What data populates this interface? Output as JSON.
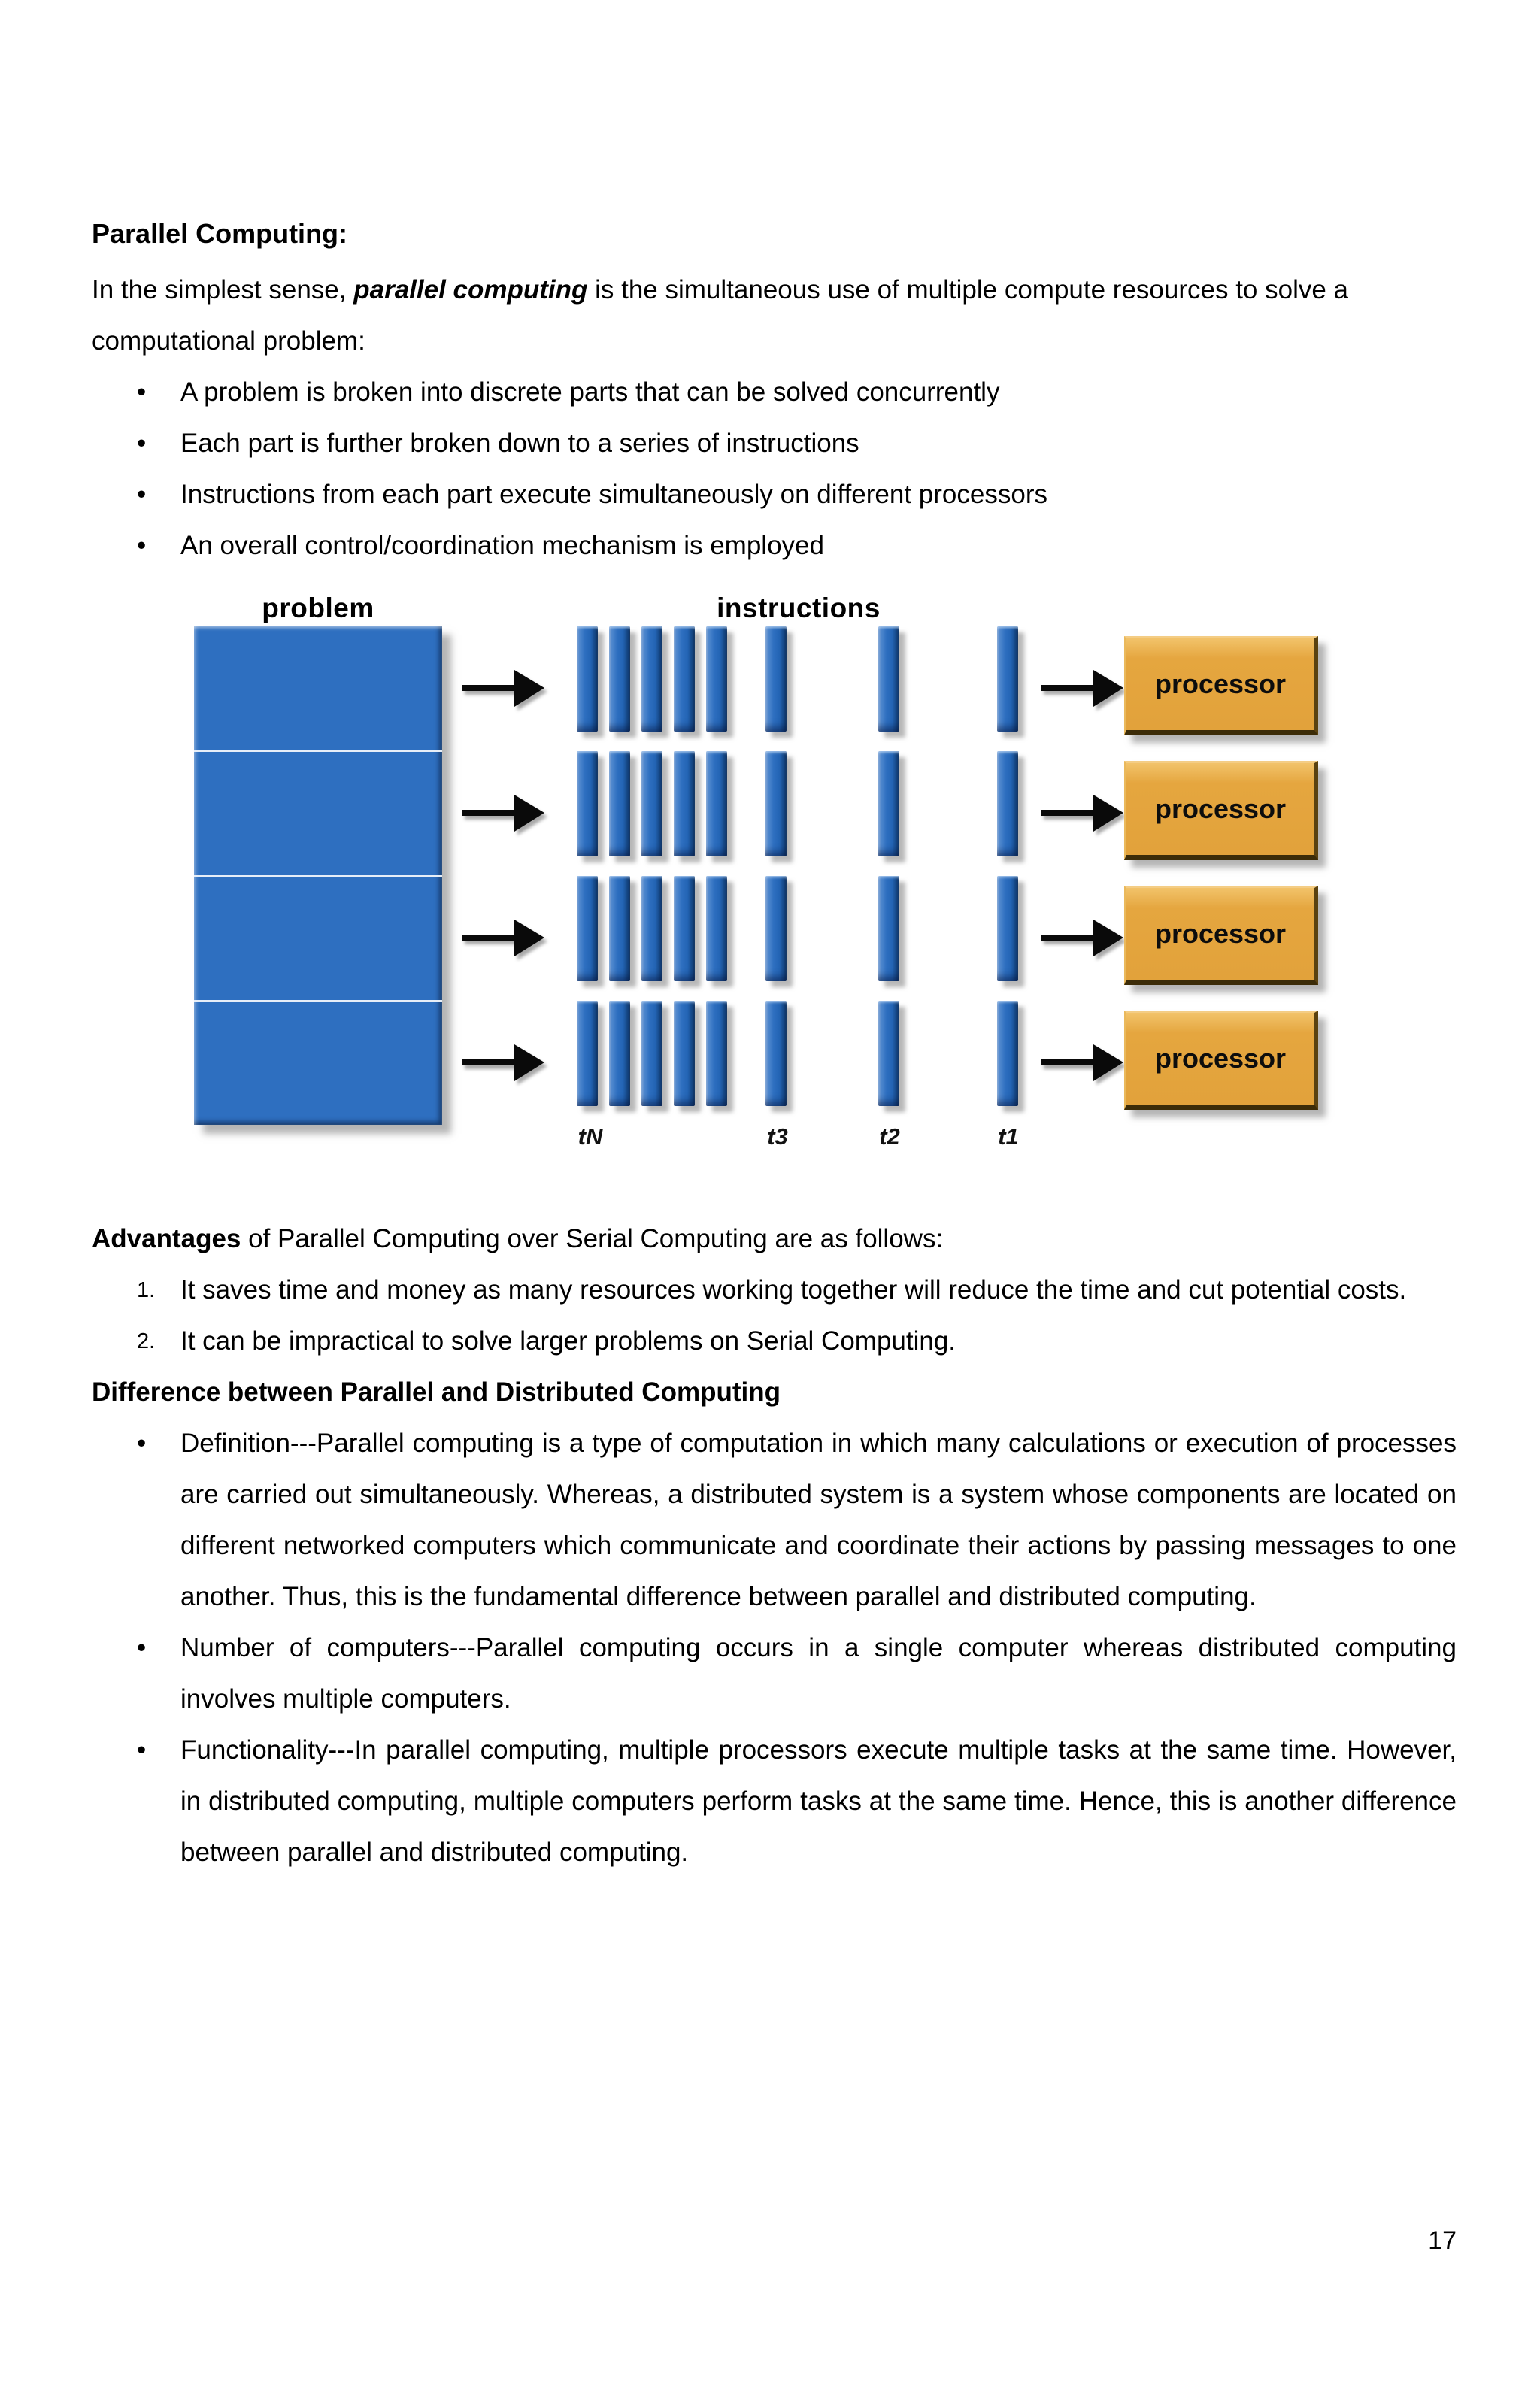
{
  "page": {
    "number": "17",
    "background": "#ffffff"
  },
  "doc": {
    "title": "Parallel Computing:",
    "intro": {
      "prefix": "In the simplest sense, ",
      "highlight": "parallel computing",
      "suffix": " is the simultaneous use of multiple compute resources to solve a computational problem:"
    },
    "bullet_char": "•",
    "overview_bullets": [
      "A problem is broken into discrete parts that can be solved concurrently",
      "Each part is further broken down to a series of instructions",
      "Instructions from each part execute simultaneously on different processors",
      "An overall control/coordination mechanism is employed"
    ],
    "advantages": {
      "lead_bold": "Advantages",
      "lead_rest": " of Parallel Computing over Serial Computing are as follows:",
      "items": [
        {
          "num": "1.",
          "text": "It saves time and money as many resources working together will reduce the time and cut potential costs."
        },
        {
          "num": "2.",
          "text": "It can be impractical to solve larger problems on Serial Computing."
        }
      ]
    },
    "difference": {
      "heading": "Difference between Parallel and Distributed Computing",
      "items": [
        "Definition---Parallel computing is a type of computation in which many calculations or execution of processes are carried out simultaneously. Whereas, a distributed system is a system whose components are located on different networked computers which communicate and coordinate their actions by passing messages to one another. Thus, this is the fundamental difference between parallel and distributed computing.",
        "Number of computers---Parallel computing occurs in a single computer whereas distributed computing involves multiple computers.",
        "Functionality---In parallel computing, multiple processors execute multiple tasks at the same time. However, in distributed computing, multiple computers perform tasks at the same time. Hence, this is another difference between parallel and distributed computing."
      ]
    }
  },
  "diagram": {
    "problem_label": "problem",
    "instructions_label": "instructions",
    "processor_label": "processor",
    "time_labels": [
      "tN",
      "t3",
      "t2",
      "t1"
    ],
    "colors": {
      "bar_blue": "#2e6fc0",
      "processor_orange": "#e2a23b",
      "arrow_black": "#0a0a0a"
    }
  }
}
